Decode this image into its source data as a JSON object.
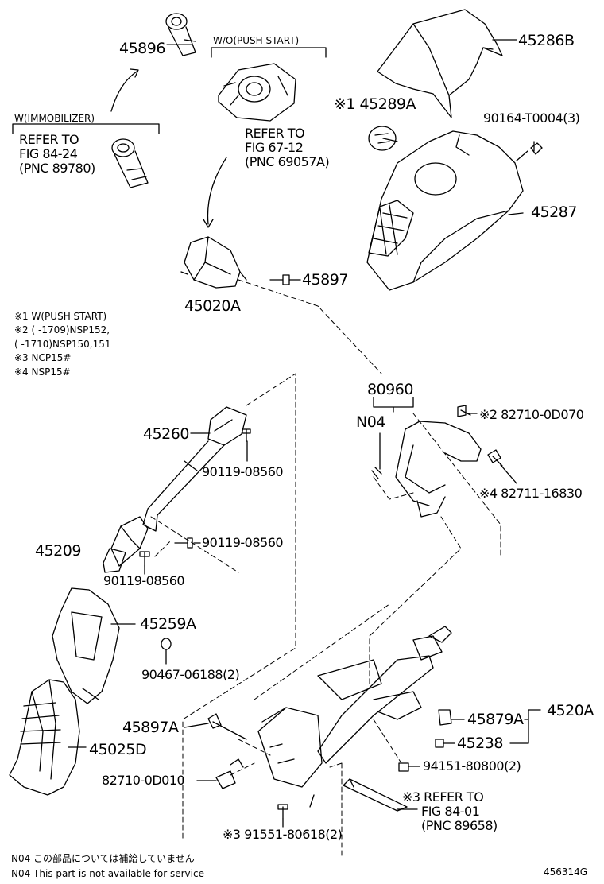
{
  "labels": {
    "p45896": "45896",
    "wo_push_start": "W/O(PUSH START)",
    "p45286B": "45286B",
    "p45289A": "※1 45289A",
    "p90164": "90164-T0004(3)",
    "w_immobilizer": "W(IMMOBILIZER)",
    "refer_84_24": [
      "REFER TO",
      "FIG 84-24",
      "(PNC 89780)"
    ],
    "refer_67_12": [
      "REFER TO",
      "FIG 67-12",
      "(PNC 69057A)"
    ],
    "p45287": "45287",
    "p45897": "45897",
    "p45020A": "45020A",
    "p80960": "80960",
    "n04": "N04",
    "p827100D070": "※2 82710-0D070",
    "p45260": "45260",
    "p90119_a": "90119-08560",
    "p82711": "※4 82711-16830",
    "p90119_b": "90119-08560",
    "p45209": "45209",
    "p90119_c": "90119-08560",
    "p45259A": "45259A",
    "p90467": "90467-06188(2)",
    "p4520A": "4520A",
    "p45879A": "45879A",
    "p45897A": "45897A",
    "p45238": "45238",
    "p45025D": "45025D",
    "p94151": "94151-80800(2)",
    "p827100D010": "82710-0D010",
    "refer_84_01": [
      "※3 REFER TO",
      "FIG 84-01",
      "(PNC 89658)"
    ],
    "p91551": "※3 91551-80618(2)",
    "fig_code": "456314G"
  },
  "notes": [
    "※1  W(PUSH START)",
    "※2  (      -1709)NSP152,",
    "        (      -1710)NSP150,151",
    "※3  NCP15#",
    "※4  NSP15#"
  ],
  "footer": [
    "N04   この部品については補給していません",
    "N04   This part is not available for service"
  ]
}
